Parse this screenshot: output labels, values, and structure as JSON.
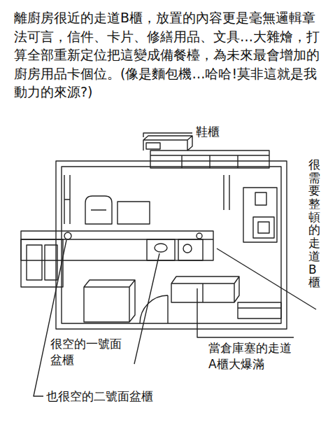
{
  "diagram": {
    "labels": [
      "離廚房很近的走道B櫃，放置的內容更是毫無邏輯章法可言，信件、卡片、修繕用品、文具…大雜燴，打算全部重新定位把這變成備餐檯，為未來最會增加的廚房用品卡個位。(像是麵包機…哈哈!莫非這就是我動力的來源?)",
      "鞋櫃",
      "很需要整頓的走道B櫃",
      "當倉庫塞的走道A櫃大爆滿",
      "很空的一號面盆櫃",
      "也很空的二號面盆櫃"
    ]
  }
}
